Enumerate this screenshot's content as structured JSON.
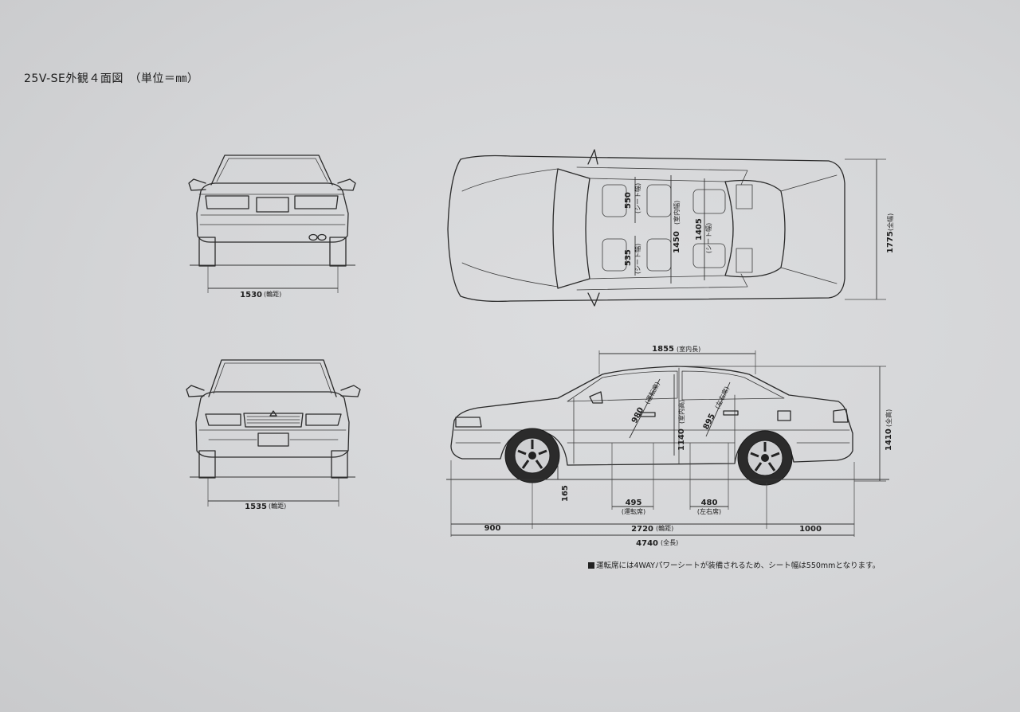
{
  "title": "25V-SE外観４面図　（単位＝㎜）",
  "rear_view": {
    "track_label": "1530",
    "track_note": "(輪距)"
  },
  "front_view": {
    "track_label": "1535",
    "track_note": "(輪距)"
  },
  "top_view": {
    "width_label": "1775",
    "width_note": "(全幅)",
    "front_seat_width_label": "550",
    "front_seat_width_note": "(シート幅)",
    "rear_seat_width_label": "535",
    "rear_seat_width_note": "(シート幅)",
    "interior_width_label": "1450",
    "interior_width_note": "(室内幅)",
    "rear_seat_width2_label": "1405",
    "rear_seat_width2_note": "(シート幅)"
  },
  "side_view": {
    "interior_length_label": "1855",
    "interior_length_note": "(室内長)",
    "height_label": "1410",
    "height_note": "(全高)",
    "driver_seat_height_label": "980",
    "driver_seat_height_note": "(運転席)",
    "interior_height_label": "1140",
    "interior_height_note": "(室内高)",
    "rear_seat_height_label": "895",
    "rear_seat_height_note": "(左右席)",
    "ground_clearance_label": "165",
    "driver_seat_length_label": "495",
    "driver_seat_length_note": "(運転席)",
    "rear_seat_length_label": "480",
    "rear_seat_length_note": "(左右席)",
    "front_overhang_label": "900",
    "wheelbase_label": "2720",
    "wheelbase_note": "(輪距)",
    "rear_overhang_label": "1000",
    "overall_length_label": "4740",
    "overall_length_note": "(全長)"
  },
  "footnote": "運転席には4WAYパワーシートが装備されるため、シート幅は550mmとなります。"
}
